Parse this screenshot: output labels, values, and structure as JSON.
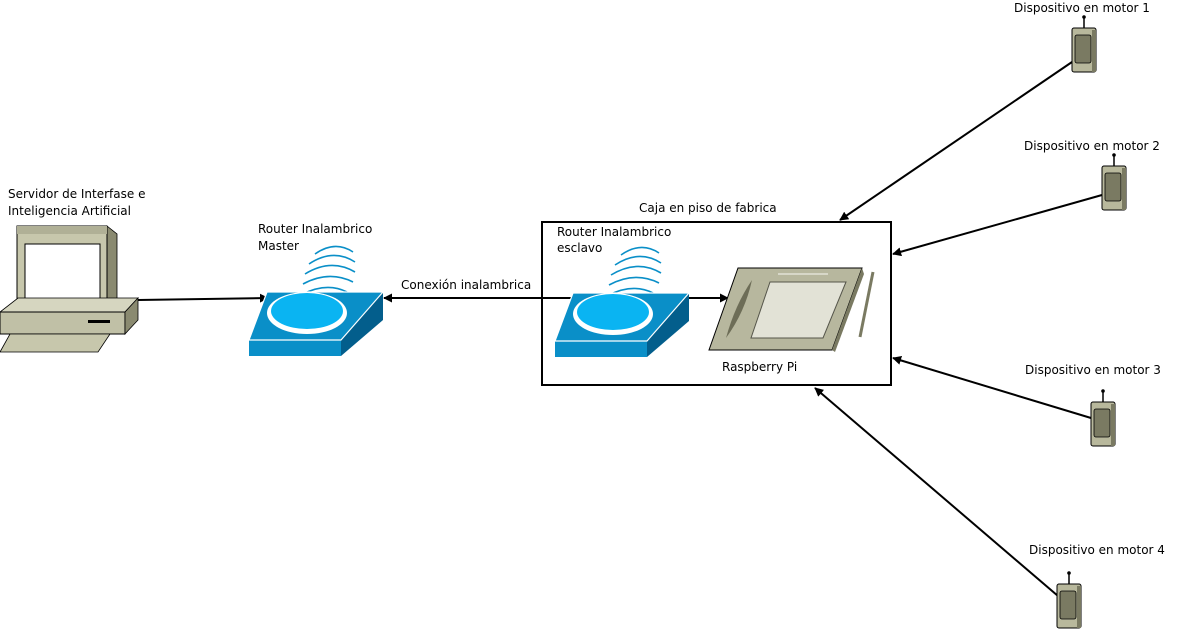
{
  "server": {
    "label_line1": "Servidor de Interfase e",
    "label_line2": "Inteligencia Artificial"
  },
  "router_master": {
    "label_line1": "Router Inalambrico",
    "label_line2": "Master"
  },
  "link": {
    "label": "Conexión inalambrica"
  },
  "box": {
    "label": "Caja en piso de fabrica"
  },
  "router_slave": {
    "label_line1": "Router Inalambrico",
    "label_line2": "esclavo"
  },
  "raspberry": {
    "label": "Raspberry Pi"
  },
  "devices": [
    {
      "label": "Dispositivo en motor  1"
    },
    {
      "label": "Dispositivo en motor  2"
    },
    {
      "label": "Dispositivo en motor  3"
    },
    {
      "label": "Dispositivo en motor  4"
    }
  ],
  "colors": {
    "router": "#0a8fc8",
    "router_dark": "#035e8c",
    "router_disc": "#0ab4f2",
    "device": "#b8b89c",
    "device_dark": "#7a7a62",
    "tablet": "#b7b79e",
    "screen": "#e2e2d6"
  },
  "icons": [
    "computer-icon",
    "wireless-router-icon",
    "tablet-icon",
    "wireless-device-icon"
  ]
}
